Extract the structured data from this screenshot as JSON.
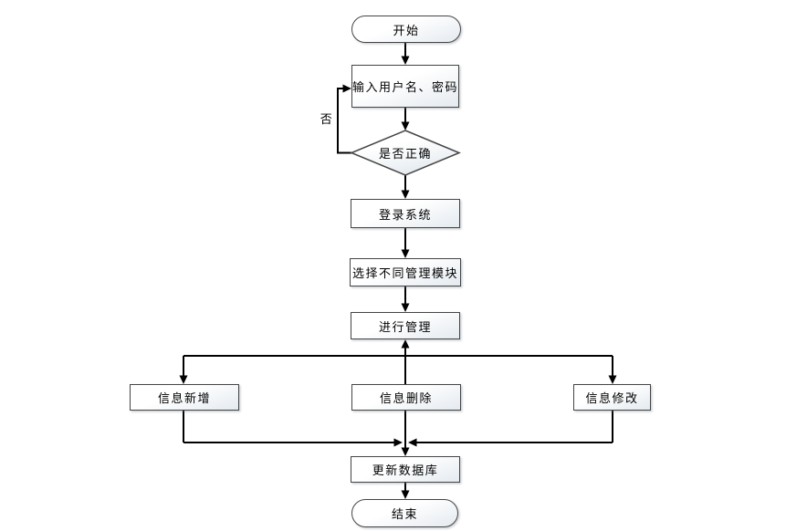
{
  "flowchart": {
    "nodes": {
      "start": {
        "label": "开始",
        "shape": "terminator"
      },
      "input_credentials": {
        "label": "输入用户名、密码",
        "shape": "process"
      },
      "check_correct": {
        "label": "是否正确",
        "shape": "decision"
      },
      "login_system": {
        "label": "登录系统",
        "shape": "process"
      },
      "select_module": {
        "label": "选择不同管理模块",
        "shape": "process"
      },
      "manage": {
        "label": "进行管理",
        "shape": "process"
      },
      "info_add": {
        "label": "信息新增",
        "shape": "process"
      },
      "info_delete": {
        "label": "信息删除",
        "shape": "process"
      },
      "info_modify": {
        "label": "信息修改",
        "shape": "process"
      },
      "update_db": {
        "label": "更新数据库",
        "shape": "process"
      },
      "end": {
        "label": "结束",
        "shape": "terminator"
      }
    },
    "edge_labels": {
      "no": "否"
    },
    "colors": {
      "background": "#ffffff",
      "line": "#000000",
      "shape_border": "#454545",
      "shape_fill_top": "#ffffff",
      "shape_fill_bottom": "#e4eaf0",
      "text": "#000000"
    }
  }
}
